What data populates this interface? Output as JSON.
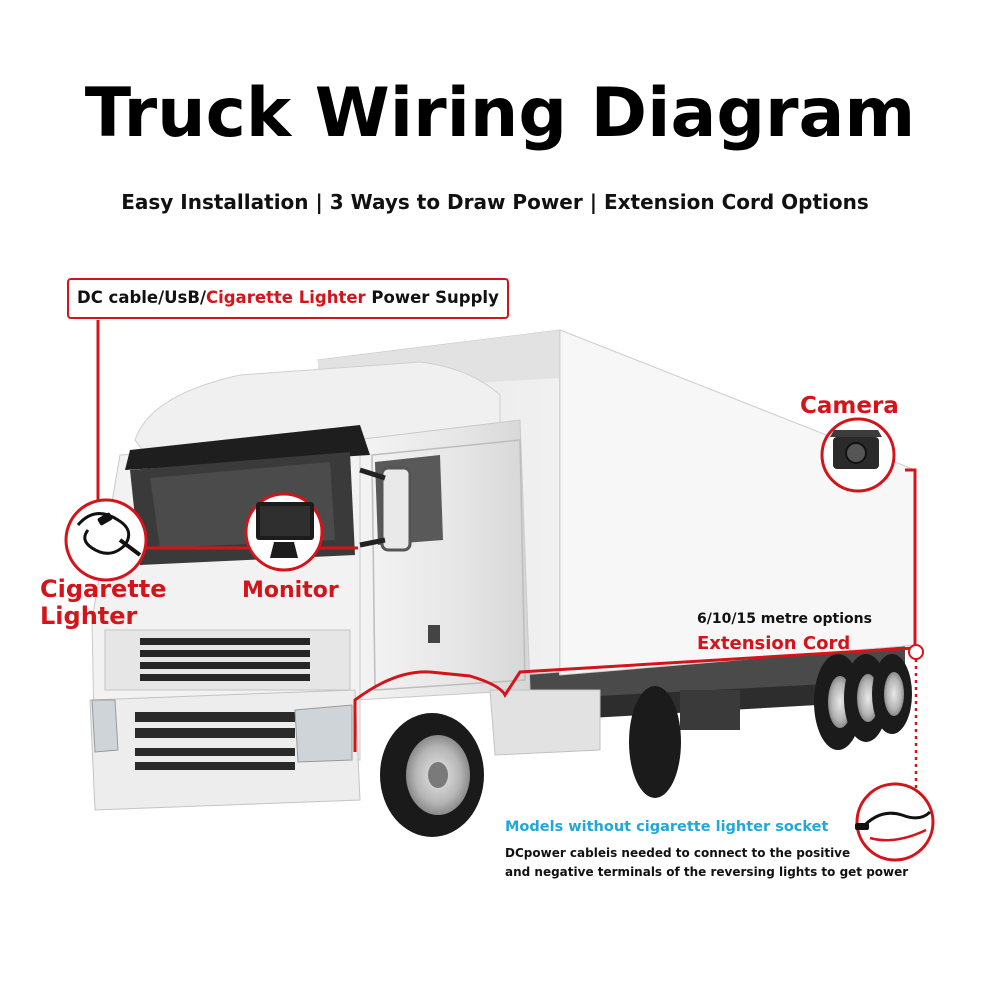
{
  "header": {
    "title": "Truck Wiring Diagram",
    "subtitle": "Easy Installation | 3 Ways to Draw Power | Extension Cord Options"
  },
  "power_box": {
    "prefix": "DC cable/UsB/",
    "highlight": "Cigarette Lighter",
    "suffix": " Power Supply"
  },
  "labels": {
    "cigarette_line1": "Cigarette",
    "cigarette_line2": "Lighter",
    "monitor": "Monitor",
    "camera": "Camera",
    "extension_options": "6/10/15 metre options",
    "extension_cord": "Extension Cord"
  },
  "note": {
    "title": "Models without cigarette lighter socket",
    "body_line1": "DCpower cableis needed to connect to the positive",
    "body_line2": "and negative terminals of the reversing lights to get power"
  },
  "colors": {
    "accent_red": "#d4141b",
    "note_blue": "#1fa8d9"
  }
}
